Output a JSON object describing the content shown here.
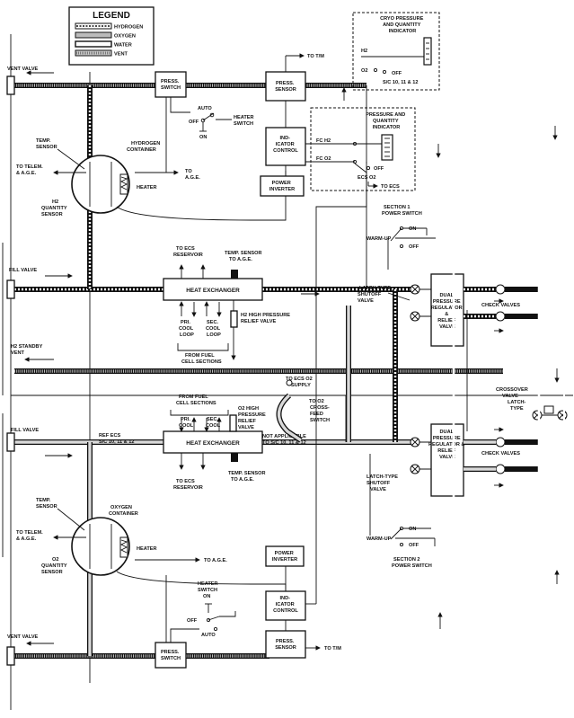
{
  "legend": {
    "title": "LEGEND",
    "items": [
      "HYDROGEN",
      "OXYGEN",
      "WATER",
      "VENT"
    ]
  },
  "labels": {
    "cryo_indicator": [
      "CRYO PRESSURE",
      "AND QUANTITY",
      "INDICATOR"
    ],
    "h2": "H2",
    "o2": "O2",
    "off": "OFF",
    "sc_10_11_12": "S/C 10, 11 & 12",
    "to_tm": "TO T/M",
    "vent_valve": "VENT VALVE",
    "press_switch": [
      "PRESS.",
      "SWITCH"
    ],
    "press_sensor": [
      "PRESS.",
      "SENSOR"
    ],
    "auto": "AUTO",
    "on": "ON",
    "heater_switch": [
      "HEATER",
      "SWITCH"
    ],
    "heater_switch_on": [
      "HEATER",
      "SWITCH",
      "ON"
    ],
    "pq_indicator": [
      "PRESSURE AND",
      "QUANTITY",
      "INDICATOR"
    ],
    "temp_sensor": [
      "TEMP.",
      "SENSOR"
    ],
    "hydrogen_container": [
      "HYDROGEN",
      "CONTAINER"
    ],
    "oxygen_container": [
      "OXYGEN",
      "CONTAINER"
    ],
    "to_telem": [
      "TO TELEM.",
      "& A.G.E."
    ],
    "heater": "HEATER",
    "to_age": [
      "TO",
      "A.G.E."
    ],
    "to_age_inline": "TO A.G.E.",
    "indicator_control": [
      "IND-",
      "ICATOR",
      "CONTROL"
    ],
    "fc_h2": "FC H2",
    "fc_o2": "FC O2",
    "ecs_o2": "ECS O2",
    "to_ecs": "TO ECS",
    "power_inverter": [
      "POWER",
      "INVERTER"
    ],
    "h2_quantity_sensor": [
      "H2",
      "QUANTITY",
      "SENSOR"
    ],
    "o2_quantity_sensor": [
      "O2",
      "QUANTITY",
      "SENSOR"
    ],
    "section1_power_switch": [
      "SECTION 1",
      "POWER SWITCH"
    ],
    "section2_power_switch": [
      "SECTION 2",
      "POWER SWITCH"
    ],
    "warm_up": "WARM-UP",
    "to_ecs_reservoir": [
      "TO ECS",
      "RESERVOIR"
    ],
    "temp_sensor_to_age": [
      "TEMP. SENSOR",
      "TO A.G.E."
    ],
    "fill_valve": "FILL VALVE",
    "heat_exchanger": "HEAT EXCHANGER",
    "pri_cool_loop": [
      "PRI.",
      "COOL",
      "LOOP"
    ],
    "sec_cool_loop": [
      "SEC.",
      "COOL",
      "LOOP"
    ],
    "from_fuel_cell_sections": [
      "FROM FUEL",
      "CELL SECTIONS"
    ],
    "h2_high_pressure_relief_valve": [
      "H2 HIGH PRESSURE",
      "RELIEF VALVE"
    ],
    "o2_high_pressure_relief_valve": [
      "O2 HIGH",
      "PRESSURE",
      "RELIEF",
      "VALVE"
    ],
    "latch_type_shutoff_valve": [
      "LATCH-TYPE",
      "SHUTOFF",
      "VALVE"
    ],
    "latch_type_shutoff_valve_2": [
      "LATCH-TYPE",
      "SHUTOFF",
      "VALVE"
    ],
    "dual_regulator": [
      "DUAL",
      "PRESSURE",
      "REGULATOR",
      "&",
      "RELIEF",
      "VALVE"
    ],
    "dual_regulator_2": [
      "DUAL",
      "PRESSURE",
      "REGULATOR &",
      "RELIEF",
      "VALVE"
    ],
    "check_valves": "CHECK VALVES",
    "h2_standby_vent": [
      "H2 STANDBY",
      "VENT"
    ],
    "to_ecs_o2_supply": [
      "TO ECS O2",
      "SUPPLY"
    ],
    "to_o2_crossfeed": [
      "TO O2",
      "CROSS-",
      "FEED",
      "SWITCH"
    ],
    "not_applicable": [
      "NOT APPLICABLE",
      "TO S/C 10, 11 & 12"
    ],
    "ref_ecs": [
      "REF ECS",
      "S/C 10, 11 & 12"
    ],
    "crossover_valve": [
      "CROSSOVER",
      "VALVE",
      "LATCH-",
      "TYPE"
    ]
  }
}
